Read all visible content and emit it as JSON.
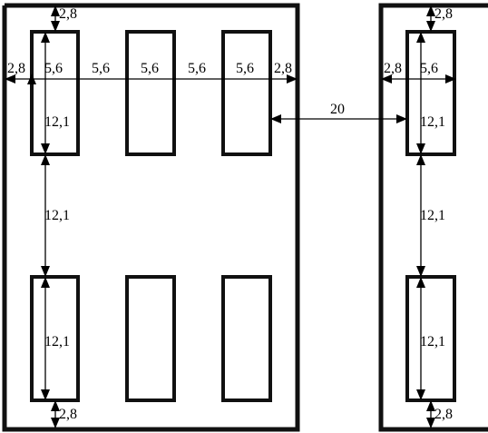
{
  "diagram": {
    "labels": {
      "wall_gap_top_left": "2,8",
      "wall_gap_top_right": "2,8",
      "wall_gap_bottom_left": "2,8",
      "wall_gap_bottom_right": "2,8",
      "side_gap_left": "2,8",
      "side_gap_right_of_left_panel": "2,8",
      "side_gap_right_panel": "2,8",
      "slot_width_1": "5,6",
      "slot_width_2": "5,6",
      "slot_width_3": "5,6",
      "slot_width_right": "5,6",
      "spacing_1": "5,6",
      "spacing_2": "5,6",
      "slot_height_top_left": "12,1",
      "slot_height_top_right": "12,1",
      "row_gap_left": "12,1",
      "row_gap_right": "12,1",
      "slot_height_bottom_left": "12,1",
      "slot_height_bottom_right": "12,1",
      "panel_gap": "20"
    }
  }
}
